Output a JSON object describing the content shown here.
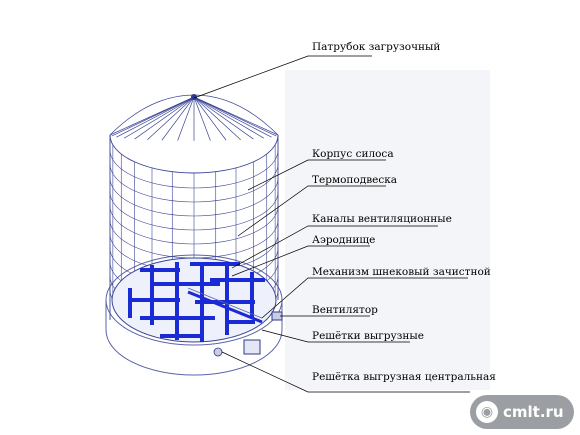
{
  "labels": [
    "Патрубок загрузочный",
    "Корпус силоса",
    "Термоподвеска",
    "Каналы вентиляционные",
    "Аэроднище",
    "Механизм шнековый зачистной",
    "Вентилятор",
    "Решётки выгрузные",
    "Решётка выгрузная центральная"
  ],
  "watermark": "cmlt.ru",
  "colors": {
    "line": "#2d3a8c",
    "grate": "#1a2bd6",
    "shell": "#5b64a8"
  }
}
